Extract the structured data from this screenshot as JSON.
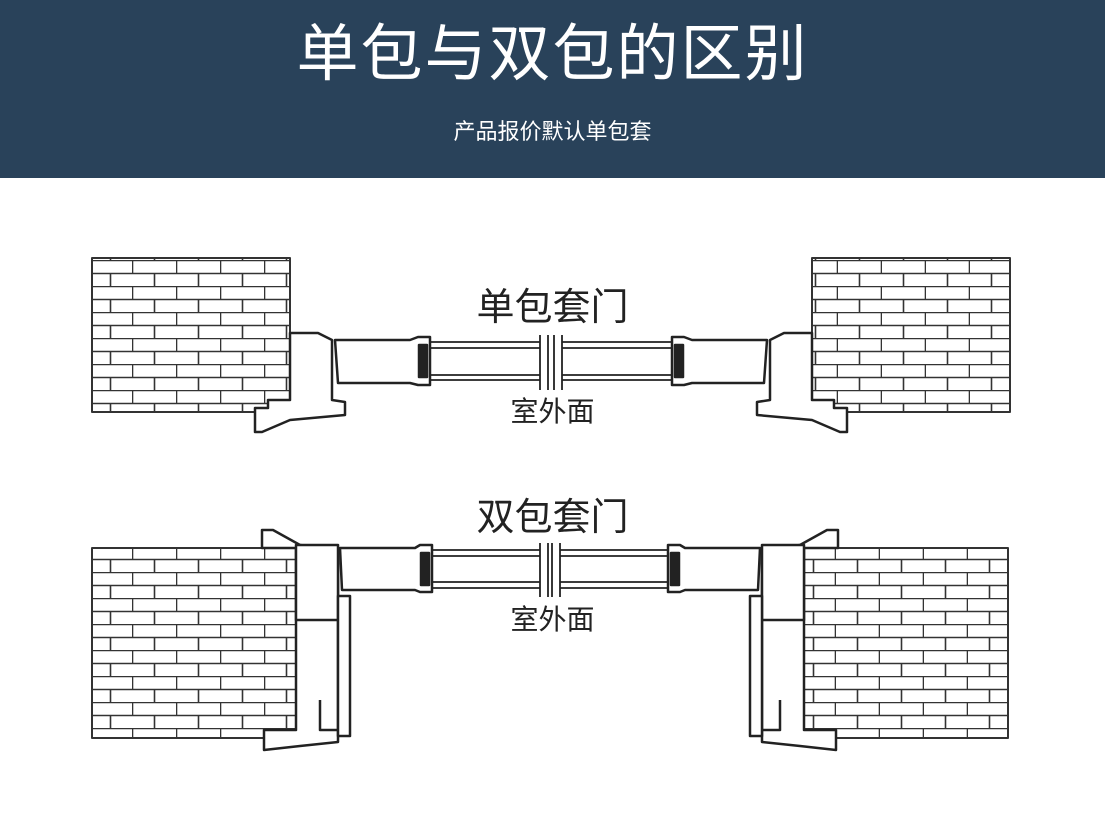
{
  "header": {
    "title": "单包与双包的区别",
    "subtitle": "产品报价默认单包套",
    "background_color": "#29425a"
  },
  "diagrams": [
    {
      "label": "单包套门",
      "side_label": "室外面"
    },
    {
      "label": "双包套门",
      "side_label": "室外面"
    }
  ]
}
